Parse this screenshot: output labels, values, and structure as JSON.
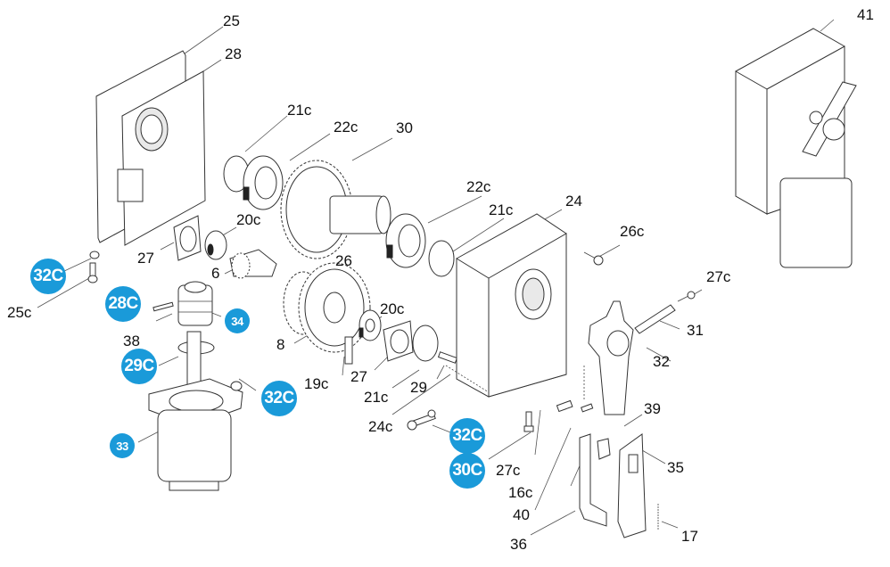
{
  "diagram": {
    "type": "exploded-parts-view",
    "accent_color": "#1a9ad9",
    "labels": [
      {
        "id": "lbl-25",
        "text": "25"
      },
      {
        "id": "lbl-28",
        "text": "28"
      },
      {
        "id": "lbl-21c-top",
        "text": "21c"
      },
      {
        "id": "lbl-22c-top",
        "text": "22c"
      },
      {
        "id": "lbl-30",
        "text": "30"
      },
      {
        "id": "lbl-20c-top",
        "text": "20c"
      },
      {
        "id": "lbl-27-top",
        "text": "27"
      },
      {
        "id": "lbl-6",
        "text": "6"
      },
      {
        "id": "lbl-25c",
        "text": "25c"
      },
      {
        "id": "lbl-26",
        "text": "26"
      },
      {
        "id": "lbl-8",
        "text": "8"
      },
      {
        "id": "lbl-38",
        "text": "38"
      },
      {
        "id": "lbl-22c-mid",
        "text": "22c"
      },
      {
        "id": "lbl-21c-mid",
        "text": "21c"
      },
      {
        "id": "lbl-24",
        "text": "24"
      },
      {
        "id": "lbl-26c",
        "text": "26c"
      },
      {
        "id": "lbl-20c-mid",
        "text": "20c"
      },
      {
        "id": "lbl-19c",
        "text": "19c"
      },
      {
        "id": "lbl-27-mid",
        "text": "27"
      },
      {
        "id": "lbl-21c-bot",
        "text": "21c"
      },
      {
        "id": "lbl-29",
        "text": "29"
      },
      {
        "id": "lbl-27c-right",
        "text": "27c"
      },
      {
        "id": "lbl-31",
        "text": "31"
      },
      {
        "id": "lbl-32",
        "text": "32"
      },
      {
        "id": "lbl-39",
        "text": "39"
      },
      {
        "id": "lbl-24c",
        "text": "24c"
      },
      {
        "id": "lbl-27c-bot",
        "text": "27c"
      },
      {
        "id": "lbl-16c",
        "text": "16c"
      },
      {
        "id": "lbl-35",
        "text": "35"
      },
      {
        "id": "lbl-40",
        "text": "40"
      },
      {
        "id": "lbl-17",
        "text": "17"
      },
      {
        "id": "lbl-36",
        "text": "36"
      },
      {
        "id": "lbl-41",
        "text": "41"
      }
    ],
    "badges": [
      {
        "id": "badge-32c-a",
        "text": "32C"
      },
      {
        "id": "badge-28c",
        "text": "28C"
      },
      {
        "id": "badge-34",
        "text": "34"
      },
      {
        "id": "badge-29c",
        "text": "29C"
      },
      {
        "id": "badge-32c-b",
        "text": "32C"
      },
      {
        "id": "badge-33",
        "text": "33"
      },
      {
        "id": "badge-32c-c",
        "text": "32C"
      },
      {
        "id": "badge-30c",
        "text": "30C"
      }
    ]
  }
}
